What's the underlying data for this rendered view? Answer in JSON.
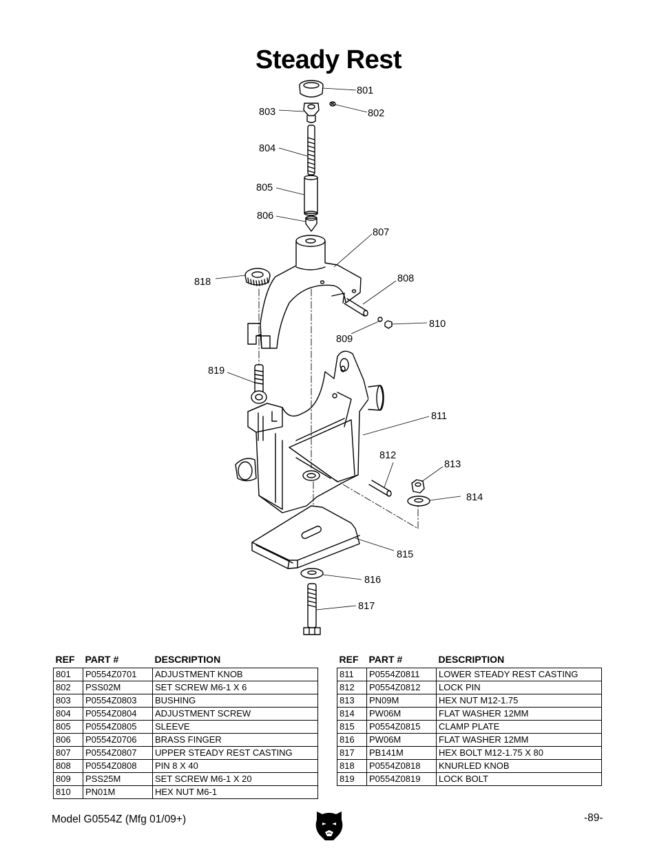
{
  "page": {
    "title": "Steady Rest",
    "footer_model": "Model G0554Z (Mfg 01/09+)",
    "footer_page": "-89-"
  },
  "callouts": [
    "801",
    "802",
    "803",
    "804",
    "805",
    "806",
    "807",
    "808",
    "809",
    "810",
    "811",
    "812",
    "813",
    "814",
    "815",
    "816",
    "817",
    "818",
    "819"
  ],
  "table_headers": {
    "ref": "REF",
    "part": "PART #",
    "description": "DESCRIPTION"
  },
  "parts_left": [
    {
      "ref": "801",
      "part": "P0554Z0701",
      "desc": "ADJUSTMENT KNOB"
    },
    {
      "ref": "802",
      "part": "PSS02M",
      "desc": "SET SCREW M6-1 X 6"
    },
    {
      "ref": "803",
      "part": "P0554Z0803",
      "desc": "BUSHING"
    },
    {
      "ref": "804",
      "part": "P0554Z0804",
      "desc": "ADJUSTMENT SCREW"
    },
    {
      "ref": "805",
      "part": "P0554Z0805",
      "desc": "SLEEVE"
    },
    {
      "ref": "806",
      "part": "P0554Z0706",
      "desc": "BRASS FINGER"
    },
    {
      "ref": "807",
      "part": "P0554Z0807",
      "desc": "UPPER STEADY REST CASTING"
    },
    {
      "ref": "808",
      "part": "P0554Z0808",
      "desc": "PIN 8 X 40"
    },
    {
      "ref": "809",
      "part": "PSS25M",
      "desc": "SET SCREW M6-1 X 20"
    },
    {
      "ref": "810",
      "part": "PN01M",
      "desc": "HEX NUT M6-1"
    }
  ],
  "parts_right": [
    {
      "ref": "811",
      "part": "P0554Z0811",
      "desc": "LOWER STEADY REST CASTING"
    },
    {
      "ref": "812",
      "part": "P0554Z0812",
      "desc": "LOCK PIN"
    },
    {
      "ref": "813",
      "part": "PN09M",
      "desc": "HEX NUT M12-1.75"
    },
    {
      "ref": "814",
      "part": "PW06M",
      "desc": "FLAT WASHER 12MM"
    },
    {
      "ref": "815",
      "part": "P0554Z0815",
      "desc": "CLAMP PLATE"
    },
    {
      "ref": "816",
      "part": "PW06M",
      "desc": "FLAT WASHER 12MM"
    },
    {
      "ref": "817",
      "part": "PB141M",
      "desc": "HEX BOLT M12-1.75 X 80"
    },
    {
      "ref": "818",
      "part": "P0554Z0818",
      "desc": "KNURLED KNOB"
    },
    {
      "ref": "819",
      "part": "P0554Z0819",
      "desc": "LOCK BOLT"
    }
  ]
}
